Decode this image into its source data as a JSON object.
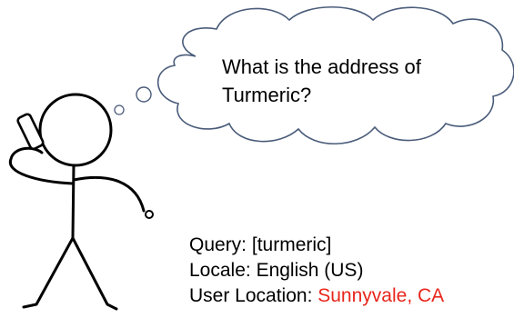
{
  "thought": {
    "line1": "What is the address of",
    "line2": "Turmeric?"
  },
  "info": {
    "query_label": "Query:",
    "query_value": "[turmeric]",
    "locale_label": "Locale:",
    "locale_value": "English (US)",
    "location_label": "User Location:",
    "location_value": "Sunnyvale, CA"
  },
  "colors": {
    "location_highlight": "#e8261c",
    "stroke": "#000000",
    "cloud_outline": "#4a5c7a"
  }
}
